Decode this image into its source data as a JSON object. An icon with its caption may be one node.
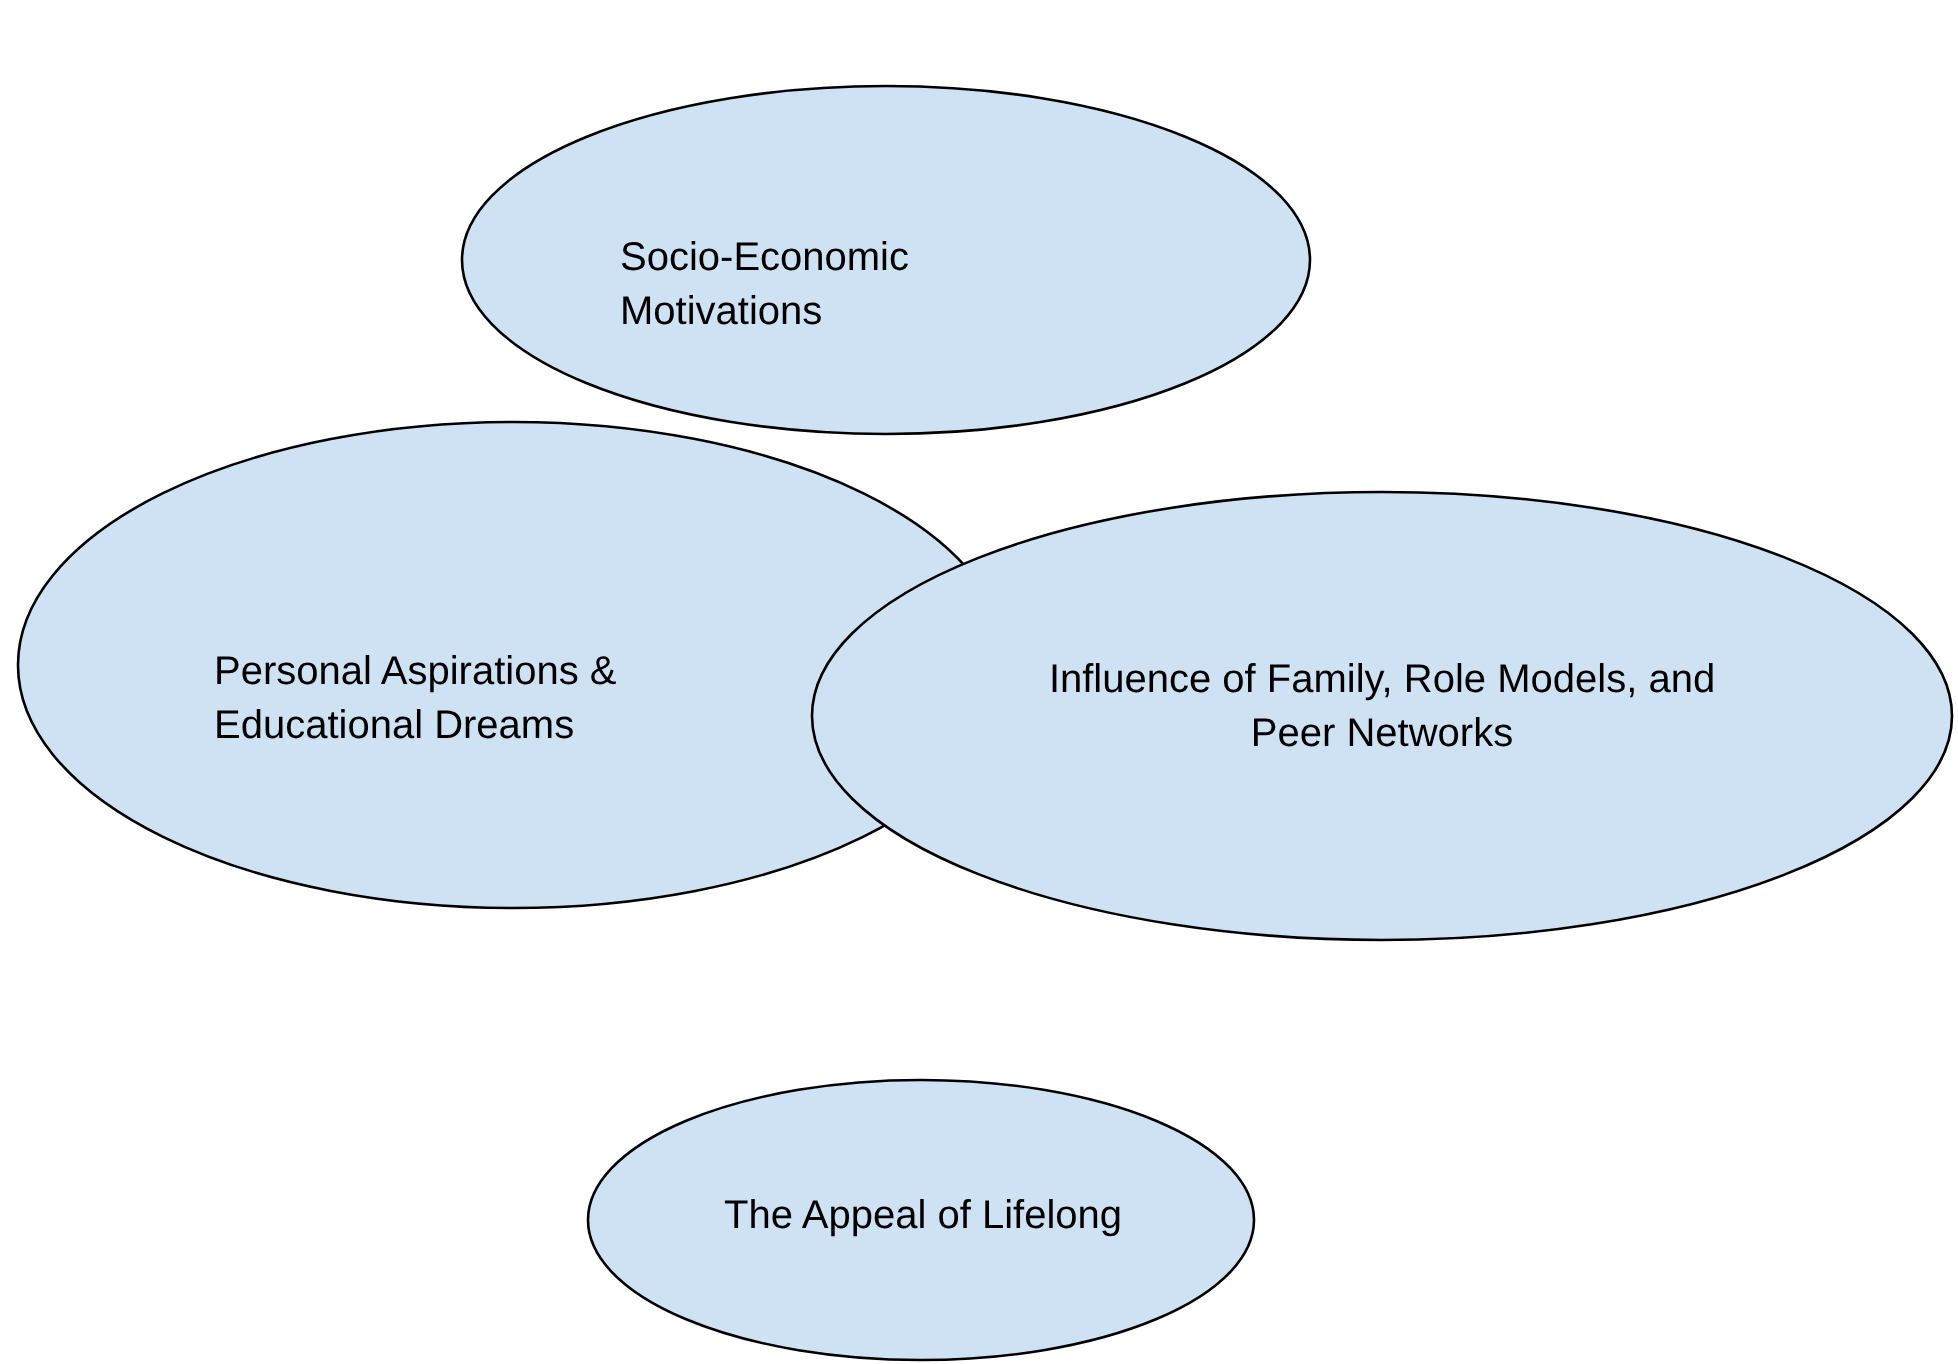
{
  "diagram": {
    "nodes": [
      {
        "text": [
          "Socio-Economic Motivations"
        ]
      },
      {
        "text": [
          "Personal Aspirations & Educational Dreams"
        ]
      },
      {
        "text": [
          "Influence of Family, Role Models, and Peer Networks"
        ]
      },
      {
        "text": [
          "The Appeal of Lifelong"
        ]
      }
    ]
  }
}
